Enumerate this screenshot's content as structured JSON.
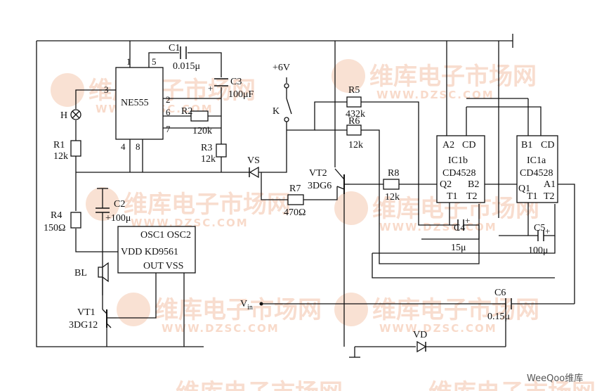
{
  "watermark": {
    "text_cn": "维库电子市场网",
    "url": "WWW.DZSC.COM"
  },
  "brand": "WeeQoo维库",
  "labels": {
    "ne555": "NE555",
    "p1": "1",
    "p5": "5",
    "p3": "3",
    "p2": "2",
    "p6": "6",
    "p7": "7",
    "p4": "4",
    "p8": "8",
    "c1": "C1",
    "c1v": "0.015μ",
    "c3": "C3",
    "c3v": "100μF",
    "r2": "R2",
    "r2v": "120k",
    "r3": "R3",
    "r3v": "12k",
    "h": "H",
    "r1": "R1",
    "r1v": "12k",
    "c2": "C2",
    "c2v": "+100μ",
    "r4": "R4",
    "r4v": "150Ω",
    "kd1": "OSC1  OSC2",
    "kd2": "VDD  KD9561",
    "kd3": "OUT    VSS",
    "bl": "BL",
    "vt1": "VT1",
    "vt1v": "3DG12",
    "plus6v": "+6V",
    "k": "K",
    "vs": "VS",
    "r7": "R7",
    "r7v": "470Ω",
    "r5": "R5",
    "r5v": "432k",
    "r6": "R6",
    "r6v": "12k",
    "vt2": "VT2",
    "vt2v": "3DG6",
    "r8": "R8",
    "r8v": "12k",
    "ic1b_a2": "A2",
    "ic1b_cd": "CD",
    "ic1b_name": "IC1b",
    "ic1b_type": "CD4528",
    "ic1b_q2": "Q2",
    "ic1b_b2": "B2",
    "ic1b_t1": "T1",
    "ic1b_t2": "T2",
    "ic1a_b1": "B1",
    "ic1a_cd": "CD",
    "ic1a_name": "IC1a",
    "ic1a_type": "CD4528",
    "ic1a_q1": "Q1",
    "ic1a_a1": "A1",
    "ic1a_t1": "T1",
    "ic1a_t2": "T2",
    "c4": "C4",
    "c4v": "15μ",
    "c5": "C5",
    "c5v": "100μ",
    "vin": "V",
    "vin_sub": "in",
    "c6": "C6",
    "c6v": "0.15μ",
    "vd": "VD"
  }
}
